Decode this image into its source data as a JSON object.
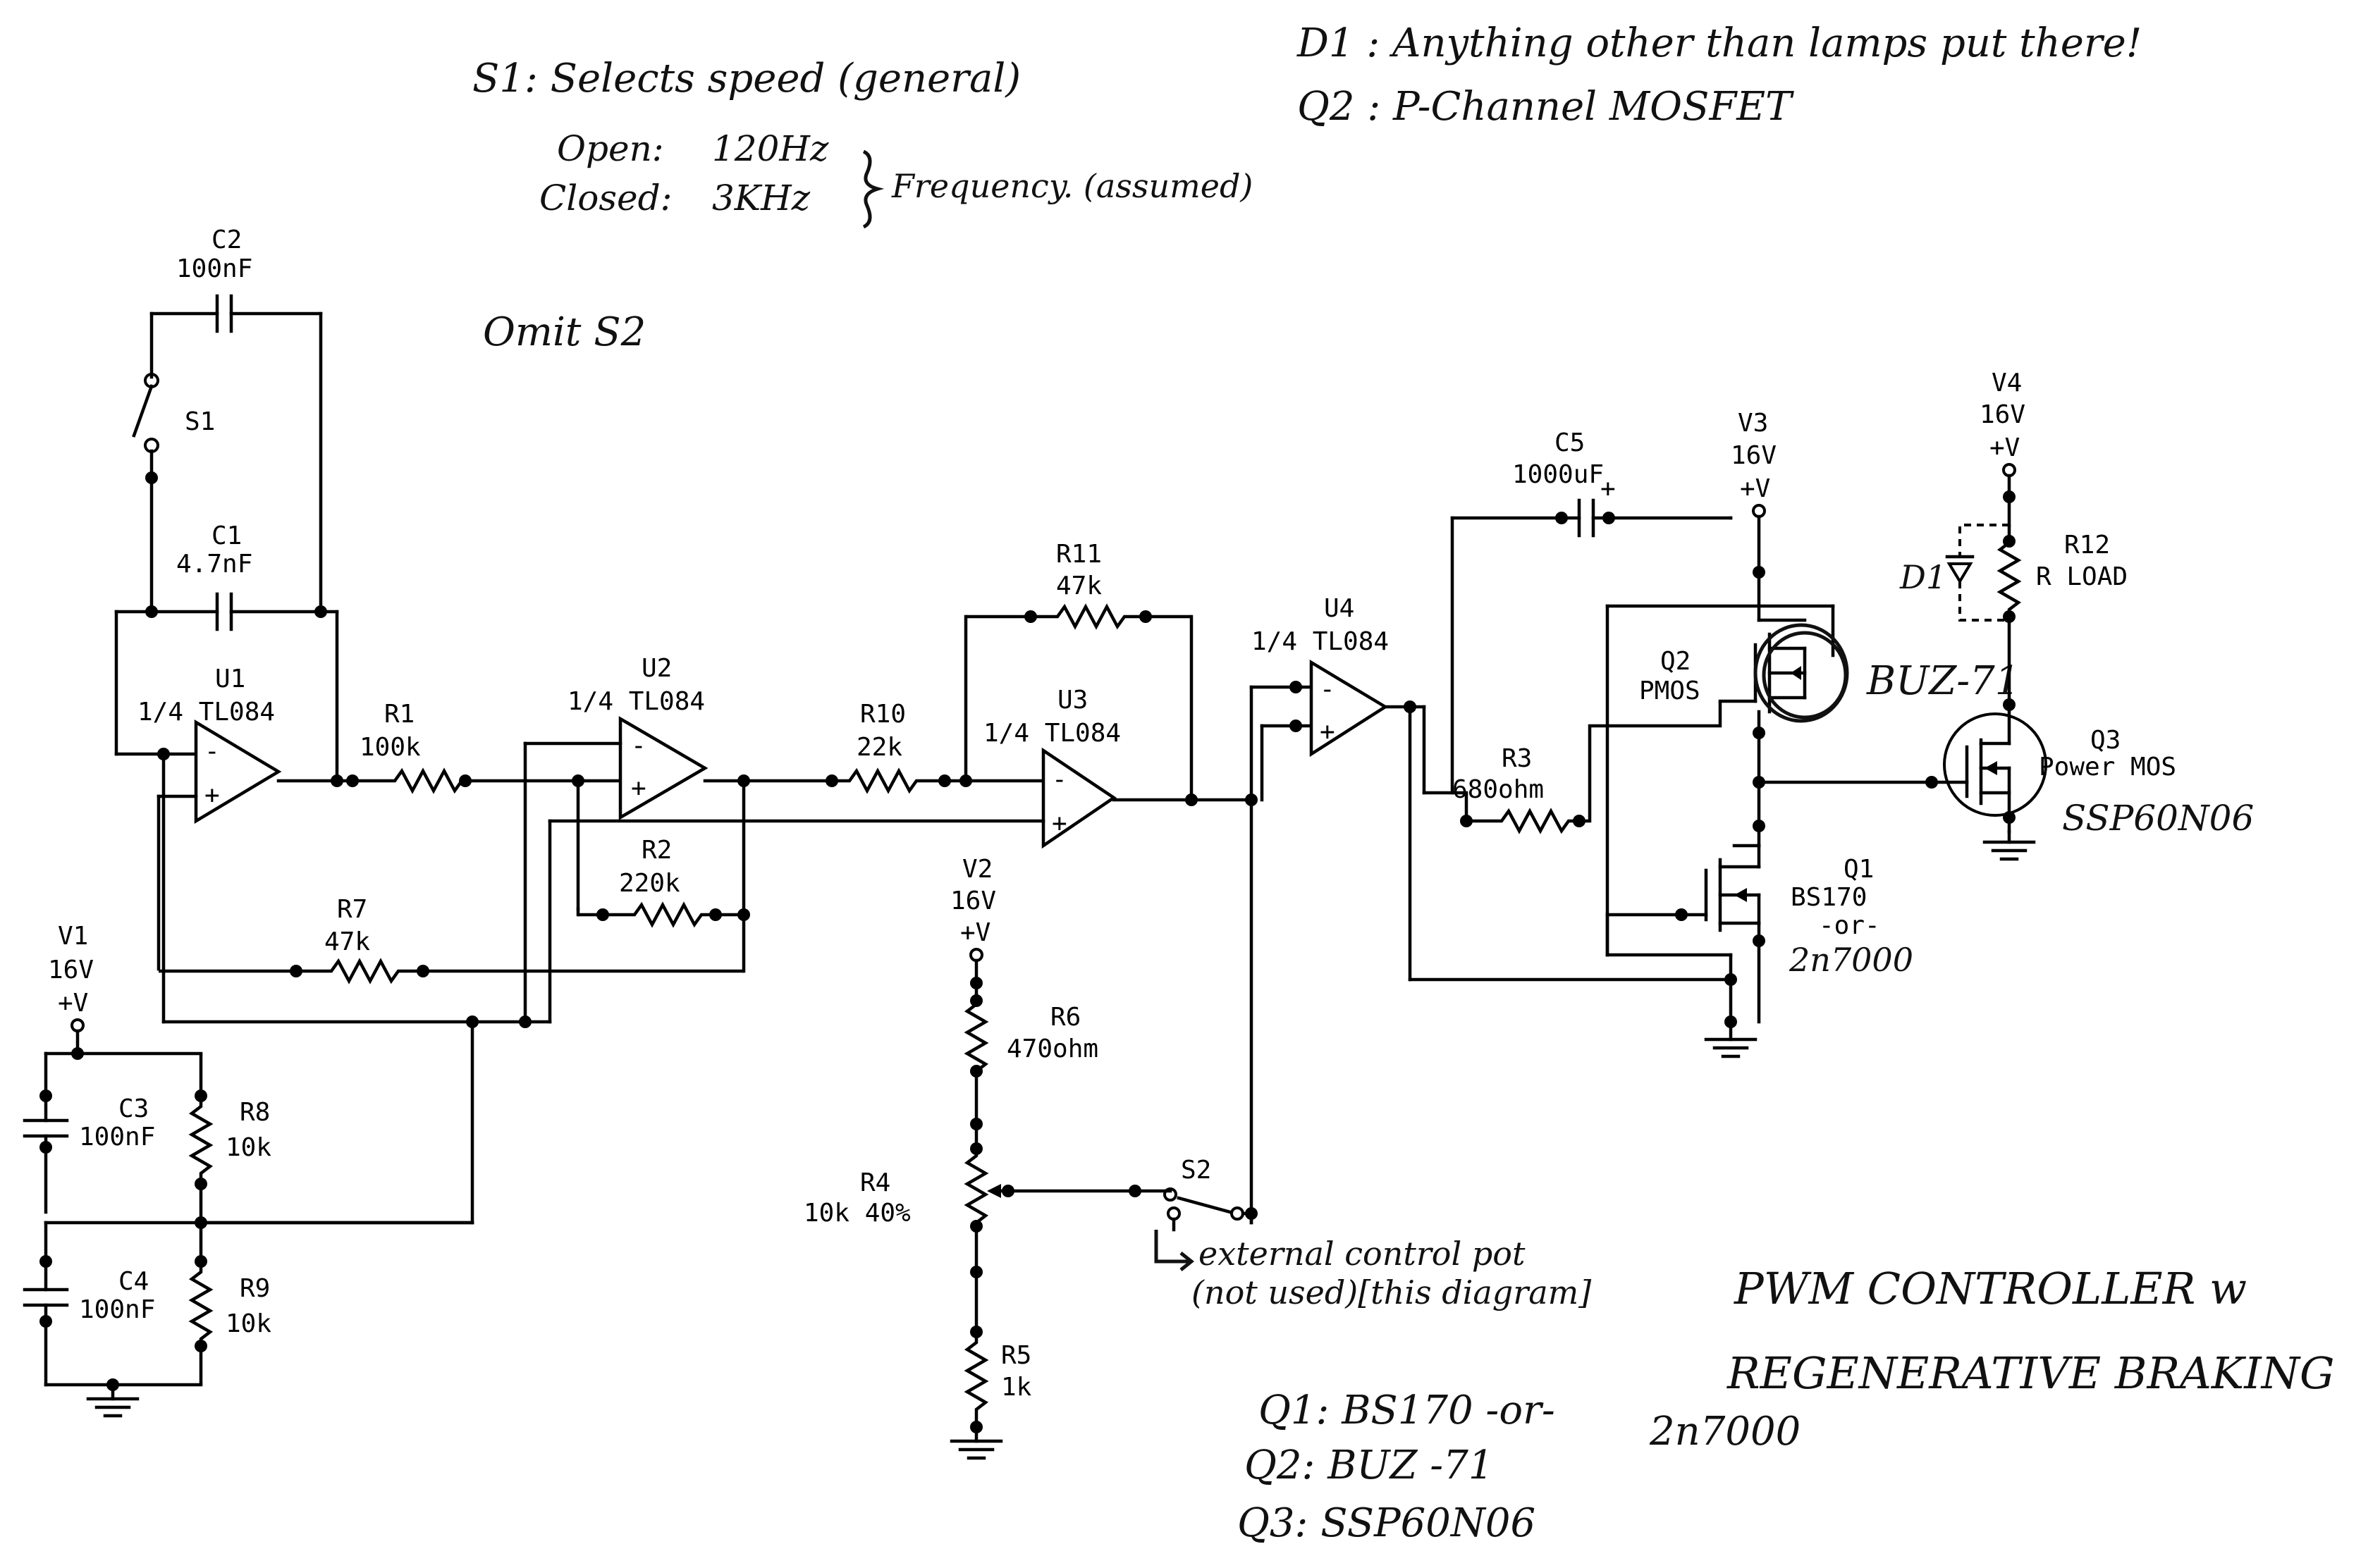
{
  "notes": {
    "s1_note": "S1: Selects speed (general)",
    "open": "Open:",
    "open_freq": "120Hz",
    "closed": "Closed:",
    "closed_freq": "3KHz",
    "freq_note": "Frequency. (assumed)",
    "d1_note": "D1 : Anything other than lamps put there!",
    "q2_note": "Q2 : P-Channel MOSFET",
    "omit_s2": "Omit S2",
    "buz71": "BUZ-71",
    "ssp_q3": "SSP60N06",
    "ext_note_1": "external control pot",
    "ext_note_2": "(not used)[this diagram]",
    "title_1": "PWM CONTROLLER w",
    "title_2": "REGENERATIVE BRAKING",
    "q1_line": "Q1: BS170 -or-",
    "q1_alt": "2n7000",
    "q2_line": "Q2: BUZ -71",
    "q3_line": "Q3: SSP60N06"
  },
  "components": {
    "C2": {
      "name": "C2",
      "value": "100nF"
    },
    "S1": {
      "name": "S1"
    },
    "C1": {
      "name": "C1",
      "value": "4.7nF"
    },
    "U1": {
      "name": "U1",
      "part": "1/4  TL084"
    },
    "R1": {
      "name": "R1",
      "value": "100k"
    },
    "U2": {
      "name": "U2",
      "part": "1/4  TL084"
    },
    "R10": {
      "name": "R10",
      "value": "22k"
    },
    "R11": {
      "name": "R11",
      "value": "47k"
    },
    "U3": {
      "name": "U3",
      "part": "1/4  TL084"
    },
    "U4": {
      "name": "U4",
      "part": "1/4  TL084"
    },
    "R2": {
      "name": "R2",
      "value": "220k"
    },
    "R7": {
      "name": "R7",
      "value": "47k"
    },
    "V1": {
      "name": "V1",
      "value": "16V",
      "sym": "+V"
    },
    "C3": {
      "name": "C3",
      "value": "100nF"
    },
    "R8": {
      "name": "R8",
      "value": "10k"
    },
    "C4": {
      "name": "C4",
      "value": "100nF"
    },
    "R9": {
      "name": "R9",
      "value": "10k"
    },
    "V2": {
      "name": "V2",
      "value": "16V",
      "sym": "+V"
    },
    "R6": {
      "name": "R6",
      "value": "470ohm"
    },
    "R4": {
      "name": "R4",
      "value": "10k 40%"
    },
    "R5": {
      "name": "R5",
      "value": "1k"
    },
    "S2": {
      "name": "S2"
    },
    "C5": {
      "name": "C5",
      "value": "1000uF",
      "pol": "+"
    },
    "V3": {
      "name": "V3",
      "value": "16V",
      "sym": "+V"
    },
    "V4": {
      "name": "V4",
      "value": "16V",
      "sym": "+V"
    },
    "R3": {
      "name": "R3",
      "value": "680ohm"
    },
    "Q2": {
      "name": "Q2",
      "part": "PMOS"
    },
    "Q1": {
      "name": "Q1",
      "part": "BS170",
      "alt1": "-or-",
      "alt2": "2n7000"
    },
    "R12": {
      "name": "R12",
      "value": "R LOAD"
    },
    "D1": {
      "name": "D1"
    },
    "Q3": {
      "name": "Q3",
      "part": "Power MOS",
      "ssp": "SSP60N06"
    }
  },
  "opamp_signs": {
    "minus": "-",
    "plus": "+"
  }
}
